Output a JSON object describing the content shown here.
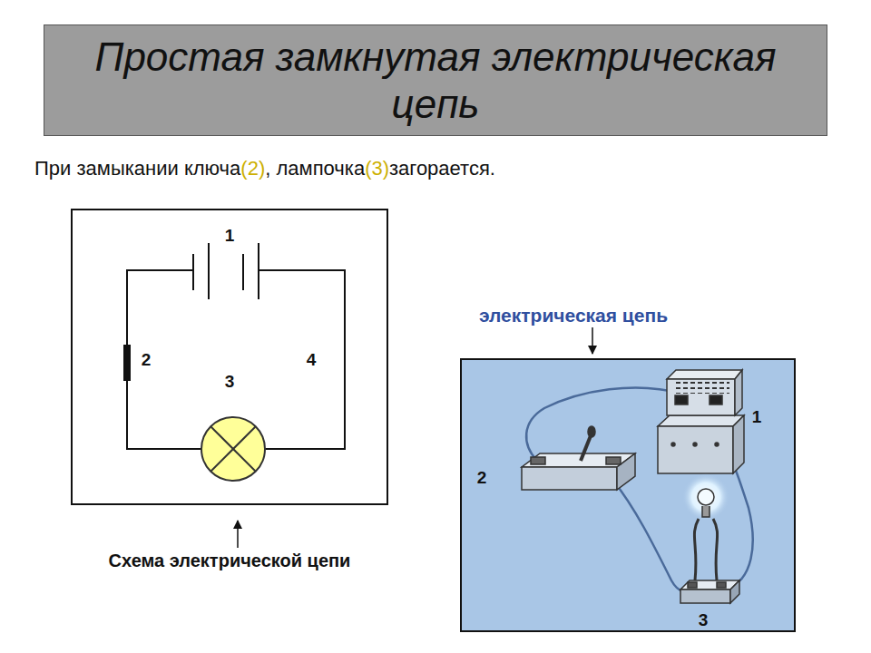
{
  "diagram": {
    "title": "Простая замкнутая электрическая цепь",
    "labels": [
      "При замыкании ключа",
      "(2)",
      ", лампочка",
      "(3)",
      "загорается.",
      "1",
      "2",
      "3",
      "4",
      "Схема электрической цепи",
      "электрическая цепь",
      "1",
      "2",
      "3"
    ]
  }
}
